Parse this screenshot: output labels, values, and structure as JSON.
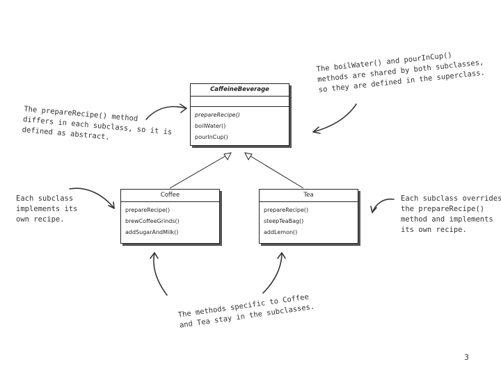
{
  "classes": {
    "caffeine_beverage": {
      "name": "CaffeineBeverage",
      "methods": [
        "prepareRecipe()",
        "boilWater()",
        "pourInCup()"
      ]
    },
    "coffee": {
      "name": "Coffee",
      "methods": [
        "prepareRecipe()",
        "brewCoffeeGrinds()",
        "addSugarAndMilk()"
      ]
    },
    "tea": {
      "name": "Tea",
      "methods": [
        "prepareRecipe()",
        "steepTeaBag()",
        "addLemon()"
      ]
    }
  },
  "notes": {
    "superclass": [
      "The boilWater() and pourInCup()",
      "methods are shared by both subclasses,",
      "so they are defined in the superclass."
    ],
    "abstract": [
      "The prepareRecipe() method",
      "differs in each subclass, so it is",
      "defined as abstract."
    ],
    "each_implements": [
      "Each subclass",
      "implements its",
      "own recipe."
    ],
    "each_overrides": [
      "Each subclass overrides",
      "the prepareRecipe()",
      "method and implements",
      "its own recipe."
    ],
    "specific": [
      "The methods specific to Coffee",
      "and Tea stay in the subclasses."
    ]
  },
  "page_number": "3"
}
